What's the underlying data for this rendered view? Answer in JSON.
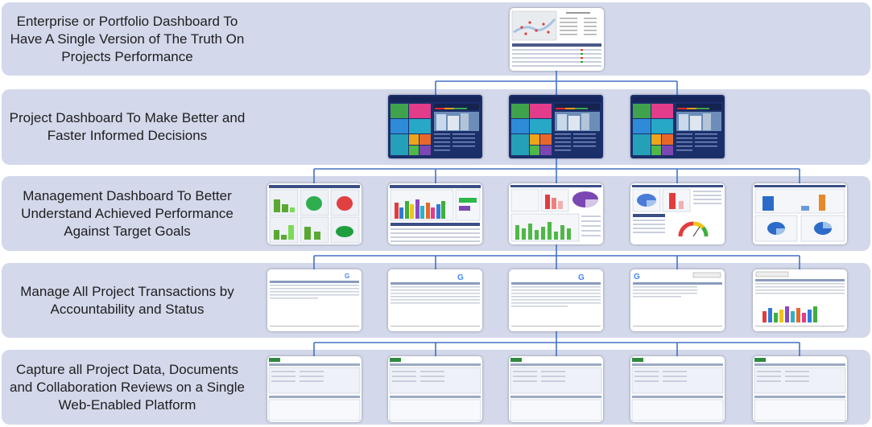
{
  "tiers": [
    {
      "label": "Enterprise or Portfolio Dashboard To Have A Single Version of The Truth On Projects Performance",
      "thumbnails": [
        "portfolio-dashboard"
      ]
    },
    {
      "label": "Project Dashboard To Make Better and Faster Informed Decisions",
      "thumbnails": [
        "project-dashboard",
        "project-dashboard",
        "project-dashboard"
      ]
    },
    {
      "label": "Management Dashboard To Better Understand Achieved Performance Against Target Goals",
      "thumbnails": [
        "management-charts",
        "management-charts",
        "management-charts",
        "management-charts",
        "management-charts"
      ]
    },
    {
      "label": "Manage All Project Transactions by Accountability and Status",
      "thumbnails": [
        "transaction-log",
        "transaction-log",
        "transaction-log",
        "transaction-log",
        "transaction-log"
      ]
    },
    {
      "label": "Capture all Project Data, Documents and Collaboration Reviews on a Single Web-Enabled Platform",
      "thumbnails": [
        "web-form",
        "web-form",
        "web-form",
        "web-form",
        "web-form"
      ]
    }
  ],
  "colors": {
    "band": "#d3d8eb",
    "connector": "#4472c4",
    "dashboard_navy": "#1b2f6b"
  }
}
